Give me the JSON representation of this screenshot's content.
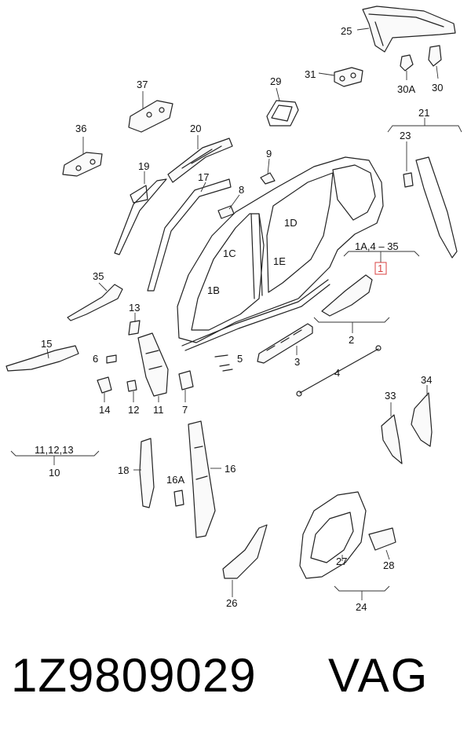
{
  "callouts": {
    "c25": "25",
    "c31": "31",
    "c30a": "30A",
    "c30": "30",
    "c29": "29",
    "c37": "37",
    "c36": "36",
    "c20": "20",
    "c19": "19",
    "c17": "17",
    "c9": "9",
    "c8": "8",
    "c21": "21",
    "c23": "23",
    "c1d": "1D",
    "c1c": "1C",
    "c1b": "1B",
    "c1e": "1E",
    "c1a_range": "1A,4 – 35",
    "c1": "1",
    "c35": "35",
    "c2": "2",
    "c13": "13",
    "c15": "15",
    "c6": "6",
    "c5": "5",
    "c3": "3",
    "c4": "4",
    "c14": "14",
    "c12": "12",
    "c11": "11",
    "c7": "7",
    "c33": "33",
    "c34": "34",
    "c10_range": "11,12,13",
    "c10": "10",
    "c18": "18",
    "c16a": "16A",
    "c16": "16",
    "c27": "27",
    "c28": "28",
    "c26": "26",
    "c24": "24"
  },
  "footer": {
    "part_number": "1Z9809029",
    "brand": "VAG"
  },
  "colors": {
    "highlight": "#d84040",
    "line": "#222222"
  }
}
